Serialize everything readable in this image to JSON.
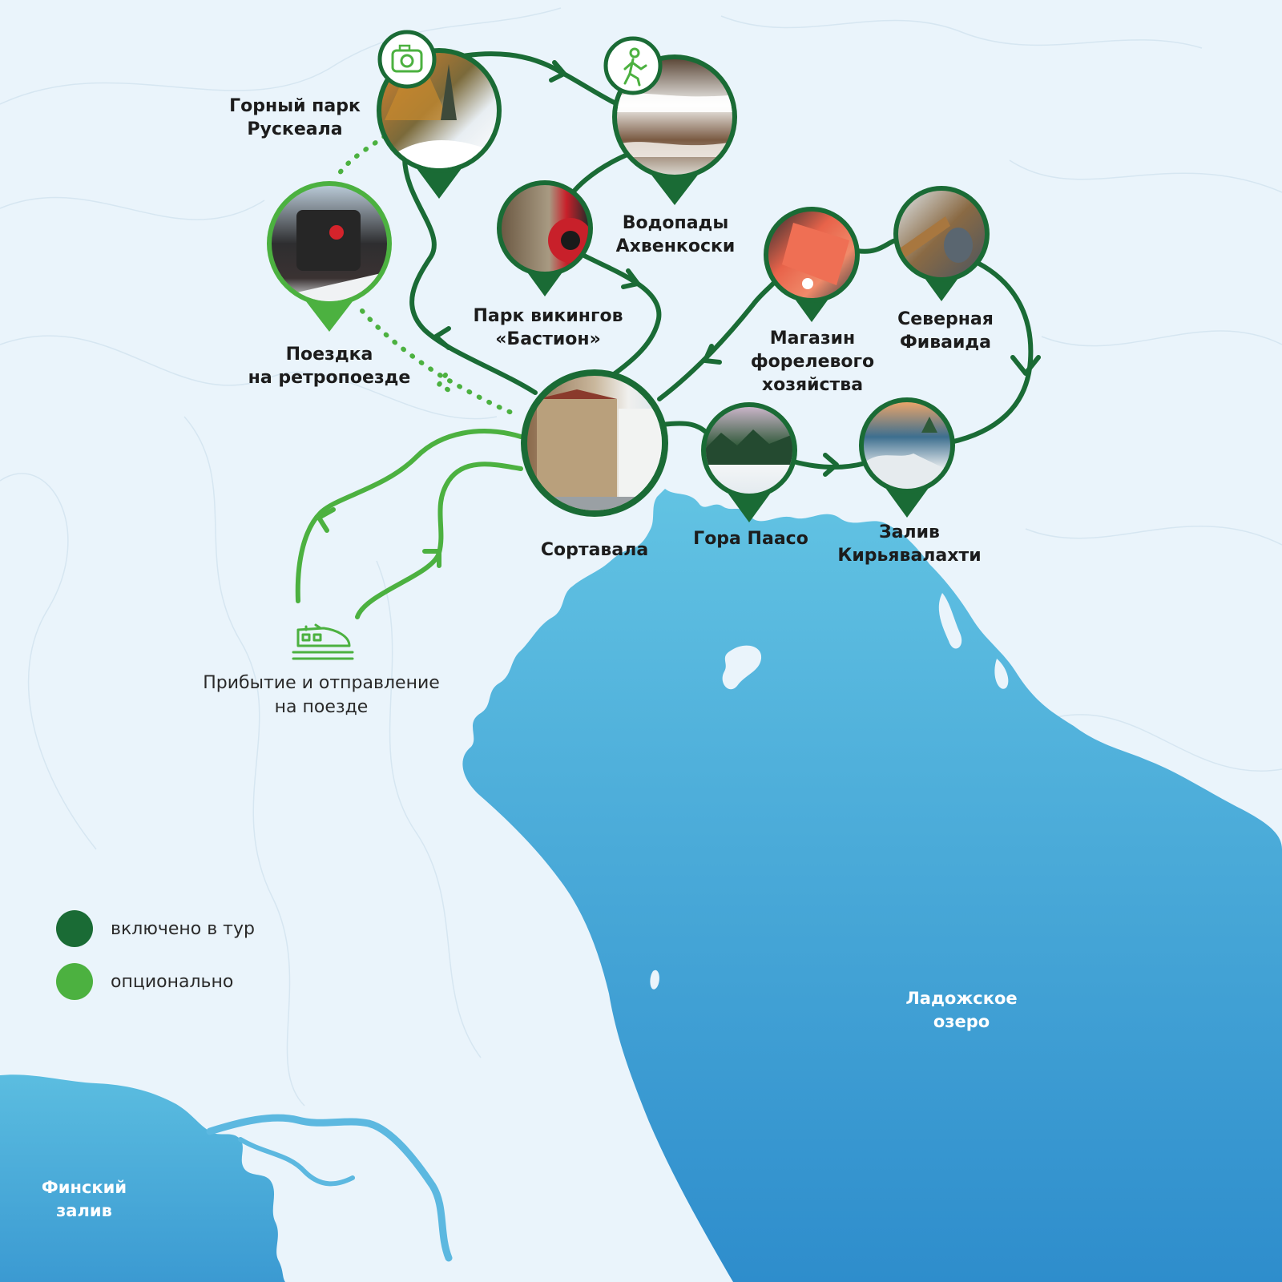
{
  "colors": {
    "included": "#1a6b35",
    "optional": "#4cb140",
    "background": "#eaf4fb",
    "lake_top": "#5bbde0",
    "lake_bottom": "#2e8fcd"
  },
  "places": {
    "ruskeala": {
      "label_line1": "Горный парк",
      "label_line2": "Рускеала",
      "icon": "camera-icon",
      "photo": "snowy-canyon-forest"
    },
    "ahvenkoski": {
      "label_line1": "Водопады",
      "label_line2": "Ахвенкоски",
      "icon": "hiking-person-icon",
      "photo": "waterfall-rocks"
    },
    "bastion": {
      "label_line1": "Парк викингов",
      "label_line2": "«Бастион»",
      "photo": "viking-reenactors-shield"
    },
    "retro_train": {
      "label_line1": "Поездка",
      "label_line2": "на ретропоезде",
      "photo": "steam-locomotive-red-star"
    },
    "sortavala": {
      "label": "Сортавала",
      "photo": "old-town-building"
    },
    "trout_shop": {
      "label_line1": "Магазин",
      "label_line2": "форелевого",
      "label_line3": "хозяйства",
      "photo": "salmon-fillet"
    },
    "north_thebaid": {
      "label_line1": "Северная",
      "label_line2": "Фиваида",
      "photo": "wooden-church-domes"
    },
    "paaso": {
      "label": "Гора Паасо",
      "photo": "winter-forest-hill"
    },
    "kiryavalahti": {
      "label_line1": "Залив",
      "label_line2": "Кирьявалахти",
      "photo": "lake-bay-sunset"
    }
  },
  "train": {
    "label_line1": "Прибытие и отправление",
    "label_line2": "на поезде",
    "icon": "train-icon"
  },
  "water": {
    "ladoga_line1": "Ладожское",
    "ladoga_line2": "озеро",
    "gulf_line1": "Финский",
    "gulf_line2": "залив"
  },
  "legend": [
    {
      "label": "включено в тур",
      "color": "#1a6b35"
    },
    {
      "label": "опционально",
      "color": "#4cb140"
    }
  ]
}
